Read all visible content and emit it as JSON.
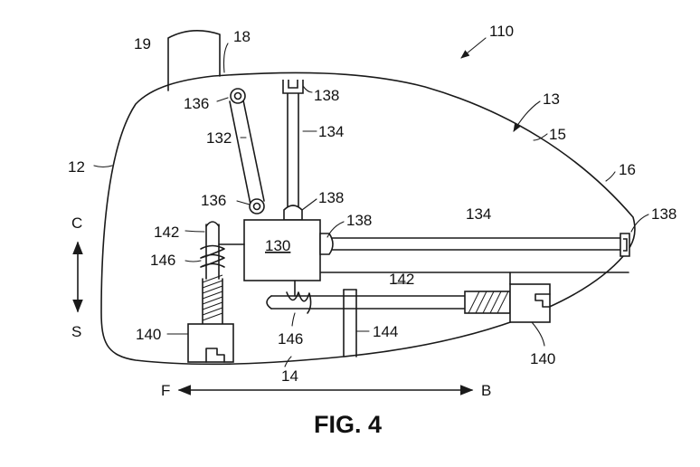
{
  "caption": "FIG. 4",
  "labels": {
    "l110": "110",
    "l19": "19",
    "l18": "18",
    "l13": "13",
    "l15": "15",
    "l16": "16",
    "l12": "12",
    "l14": "14",
    "l136a": "136",
    "l136b": "136",
    "l132": "132",
    "l138a": "138",
    "l138b": "138",
    "l138c": "138",
    "l138d": "138",
    "l134a": "134",
    "l134b": "134",
    "l130": "130",
    "l142a": "142",
    "l142b": "142",
    "l146a": "146",
    "l146b": "146",
    "l140a": "140",
    "l140b": "140",
    "l144": "144"
  },
  "axes": {
    "vertical_top": "C",
    "vertical_bottom": "S",
    "horizontal_left": "F",
    "horizontal_right": "B"
  }
}
